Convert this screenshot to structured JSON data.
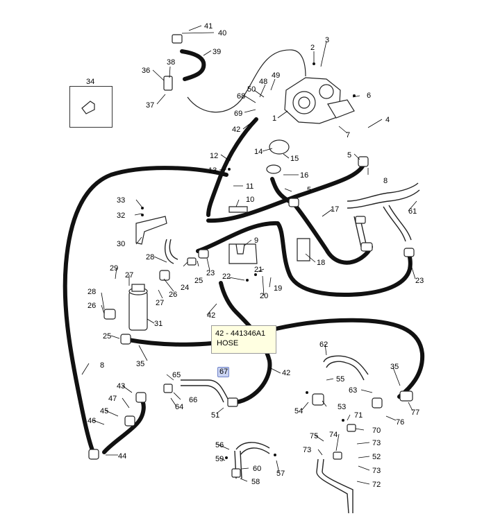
{
  "callouts": [
    {
      "id": "c41",
      "text": "41"
    },
    {
      "id": "c40",
      "text": "40"
    },
    {
      "id": "c39",
      "text": "39"
    },
    {
      "id": "c38",
      "text": "38"
    },
    {
      "id": "c36",
      "text": "36"
    },
    {
      "id": "c37",
      "text": "37"
    },
    {
      "id": "c34",
      "text": "34"
    },
    {
      "id": "c2",
      "text": "2"
    },
    {
      "id": "c3",
      "text": "3"
    },
    {
      "id": "c49",
      "text": "49"
    },
    {
      "id": "c48",
      "text": "48"
    },
    {
      "id": "c50",
      "text": "50"
    },
    {
      "id": "c68",
      "text": "68"
    },
    {
      "id": "c69",
      "text": "69"
    },
    {
      "id": "c1",
      "text": "1"
    },
    {
      "id": "c6",
      "text": "6"
    },
    {
      "id": "c42a",
      "text": "42"
    },
    {
      "id": "c7",
      "text": "7"
    },
    {
      "id": "c4",
      "text": "4"
    },
    {
      "id": "c5a",
      "text": "5"
    },
    {
      "id": "c14",
      "text": "14"
    },
    {
      "id": "c15",
      "text": "15"
    },
    {
      "id": "c12",
      "text": "12"
    },
    {
      "id": "c13",
      "text": "13"
    },
    {
      "id": "c8a",
      "text": "8"
    },
    {
      "id": "c16",
      "text": "16"
    },
    {
      "id": "c11",
      "text": "11"
    },
    {
      "id": "c5b",
      "text": "5"
    },
    {
      "id": "c33",
      "text": "33"
    },
    {
      "id": "c10",
      "text": "10"
    },
    {
      "id": "c32",
      "text": "32"
    },
    {
      "id": "c17",
      "text": "17"
    },
    {
      "id": "c61",
      "text": "61"
    },
    {
      "id": "c30",
      "text": "30"
    },
    {
      "id": "c9",
      "text": "9"
    },
    {
      "id": "c18",
      "text": "18"
    },
    {
      "id": "c28a",
      "text": "28"
    },
    {
      "id": "c21",
      "text": "21"
    },
    {
      "id": "c29",
      "text": "29"
    },
    {
      "id": "c24",
      "text": "24"
    },
    {
      "id": "c25a",
      "text": "25"
    },
    {
      "id": "c23a",
      "text": "23"
    },
    {
      "id": "c22",
      "text": "22"
    },
    {
      "id": "c23b",
      "text": "23"
    },
    {
      "id": "c27a",
      "text": "27"
    },
    {
      "id": "c19",
      "text": "19"
    },
    {
      "id": "c20",
      "text": "20"
    },
    {
      "id": "c28b",
      "text": "28"
    },
    {
      "id": "c26a",
      "text": "26"
    },
    {
      "id": "c26b",
      "text": "26"
    },
    {
      "id": "c27b",
      "text": "27"
    },
    {
      "id": "c42b",
      "text": "42"
    },
    {
      "id": "c31",
      "text": "31"
    },
    {
      "id": "c25b",
      "text": "25"
    },
    {
      "id": "c62",
      "text": "62"
    },
    {
      "id": "c35a",
      "text": "35"
    },
    {
      "id": "c8b",
      "text": "8"
    },
    {
      "id": "c35b",
      "text": "35"
    },
    {
      "id": "c65",
      "text": "65"
    },
    {
      "id": "c42c",
      "text": "42"
    },
    {
      "id": "c55",
      "text": "55"
    },
    {
      "id": "c43",
      "text": "43"
    },
    {
      "id": "c66",
      "text": "66"
    },
    {
      "id": "c64",
      "text": "64"
    },
    {
      "id": "c63",
      "text": "63"
    },
    {
      "id": "c47",
      "text": "47"
    },
    {
      "id": "c53",
      "text": "53"
    },
    {
      "id": "c77",
      "text": "77"
    },
    {
      "id": "c54",
      "text": "54"
    },
    {
      "id": "c51",
      "text": "51"
    },
    {
      "id": "c45",
      "text": "45"
    },
    {
      "id": "c71",
      "text": "71"
    },
    {
      "id": "c76",
      "text": "76"
    },
    {
      "id": "c46",
      "text": "46"
    },
    {
      "id": "c70",
      "text": "70"
    },
    {
      "id": "c75",
      "text": "75"
    },
    {
      "id": "c74",
      "text": "74"
    },
    {
      "id": "c73a",
      "text": "73"
    },
    {
      "id": "c56",
      "text": "56"
    },
    {
      "id": "c44",
      "text": "44"
    },
    {
      "id": "c73b",
      "text": "73"
    },
    {
      "id": "c52",
      "text": "52"
    },
    {
      "id": "c59",
      "text": "59"
    },
    {
      "id": "c60",
      "text": "60"
    },
    {
      "id": "c57",
      "text": "57"
    },
    {
      "id": "c73c",
      "text": "73"
    },
    {
      "id": "c58",
      "text": "58"
    },
    {
      "id": "c72",
      "text": "72"
    }
  ],
  "highlighted_callout": "67",
  "tooltip": {
    "part_line": "42 -  441346A1",
    "description": "HOSE"
  },
  "colors": {
    "highlight_fill": "#c9d3f2",
    "highlight_border": "#6f83c9",
    "tooltip_bg": "#ffffe1",
    "line": "#111111"
  }
}
